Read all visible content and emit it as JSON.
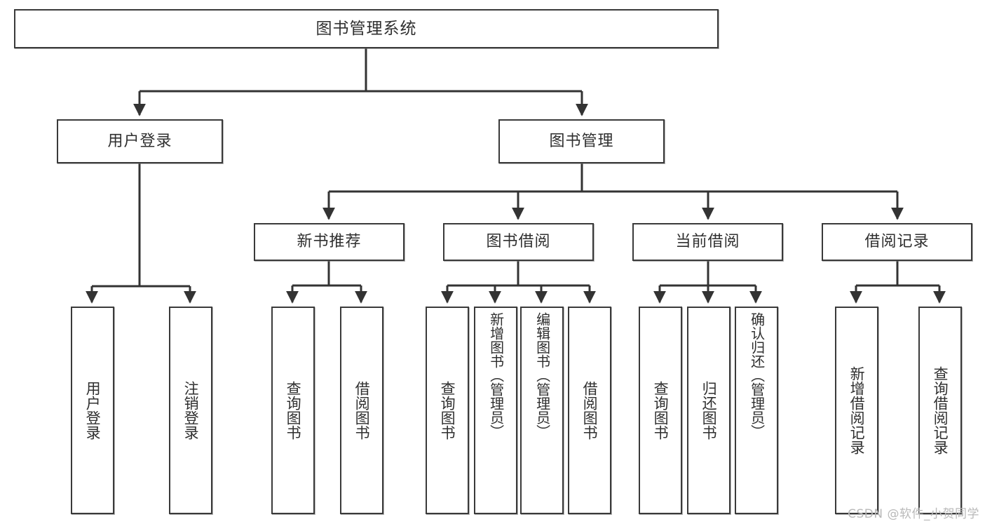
{
  "diagram": {
    "title": "图书管理系统",
    "type": "tree-hierarchy-chart",
    "colors": {
      "box_border": "#3a3a3a",
      "box_fill": "#ffffff",
      "edge": "#333333",
      "text": "#2f2f2f",
      "watermark": "#b9b9b9",
      "background": "#ffffff"
    },
    "root": {
      "label": "图书管理系统"
    },
    "level2": [
      {
        "label": "用户登录"
      },
      {
        "label": "图书管理"
      }
    ],
    "level3": [
      {
        "label": "新书推荐"
      },
      {
        "label": "图书借阅"
      },
      {
        "label": "当前借阅"
      },
      {
        "label": "借阅记录"
      }
    ],
    "leaves": {
      "user_login": [
        {
          "label": "用户登录"
        },
        {
          "label": "注销登录"
        }
      ],
      "new_book_recommend": [
        {
          "label": "查询图书"
        },
        {
          "label": "借阅图书"
        }
      ],
      "book_borrow": [
        {
          "label": "查询图书"
        },
        {
          "label": "新增图书（管理员）"
        },
        {
          "label": "编辑图书（管理员）"
        },
        {
          "label": "借阅图书"
        }
      ],
      "current_borrow": [
        {
          "label": "查询图书"
        },
        {
          "label": "归还图书"
        },
        {
          "label": "确认归还（管理员）"
        }
      ],
      "borrow_record": [
        {
          "label": "新增借阅记录"
        },
        {
          "label": "查询借阅记录"
        }
      ]
    }
  },
  "watermark": {
    "text": "CSDN @软件_小贺同学"
  }
}
